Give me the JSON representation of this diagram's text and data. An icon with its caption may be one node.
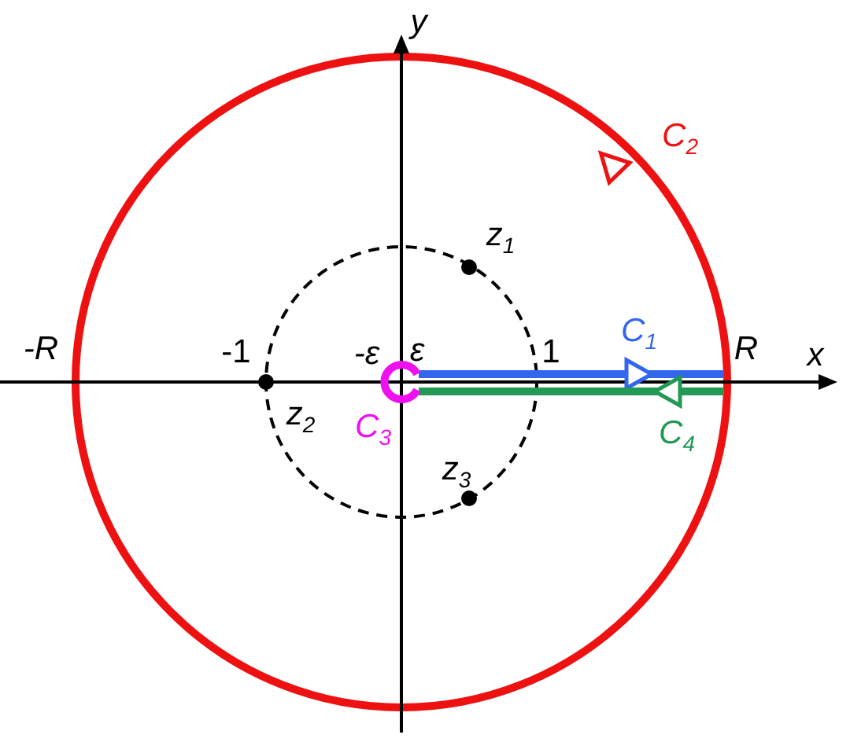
{
  "diagram": {
    "labels": [
      "y",
      "z$_{1}$",
      "C$_{2}$",
      "-R",
      "-1",
      "-ε",
      "ε",
      "1",
      "C$_{1}$",
      "R",
      "x",
      "z$_{2}$",
      "C$_{3}$",
      "C$_{4}$",
      "z$_{3}$"
    ]
  }
}
